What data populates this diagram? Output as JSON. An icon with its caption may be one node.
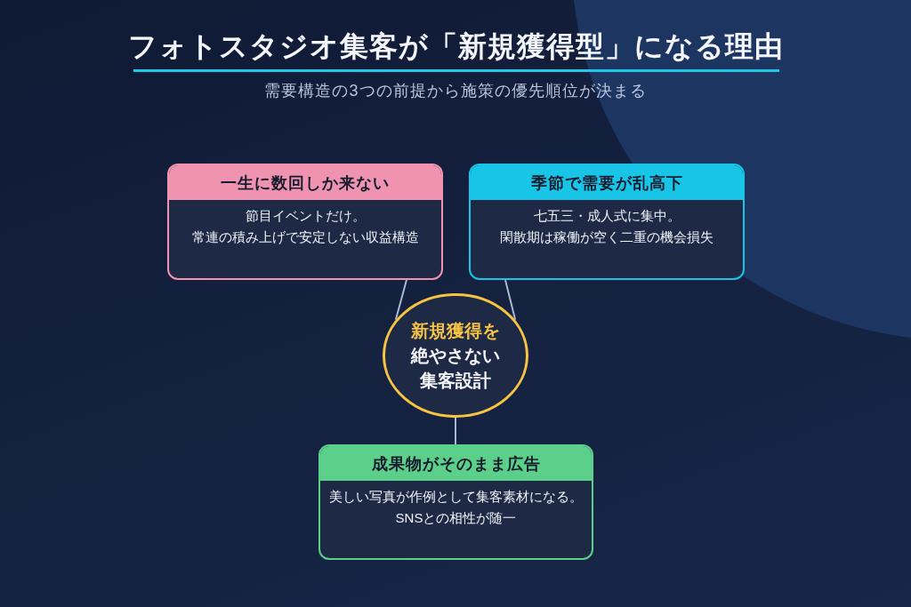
{
  "diagram": {
    "title": "フォトスタジオ集客が「新規獲得型」になる理由",
    "nodes": [
      {
        "text": [
          "一生に数回しか来ない",
          "節目イベントだけ。常連の積み上げで安定しない収益構造"
        ]
      },
      {
        "text": [
          "季節で需要が乱高下",
          "七五三・成人式に集中。閑散期は稼働が空く二重の機会損失"
        ]
      },
      {
        "text": [
          "新規獲得を",
          "絶やさない集客設計"
        ]
      },
      {
        "text": [
          "成果物がそのまま広告",
          "美しい写真が作例として集客素材になる。SNSとの相性が随一"
        ]
      }
    ],
    "edges": [
      {
        "from": 2,
        "to": 0,
        "arrow": "none"
      },
      {
        "from": 2,
        "to": 1,
        "arrow": "none"
      },
      {
        "from": 2,
        "to": 3,
        "arrow": "none"
      }
    ],
    "labels": [
      "需要構造の3つの前提から施策の優先順位が決まる"
    ]
  }
}
